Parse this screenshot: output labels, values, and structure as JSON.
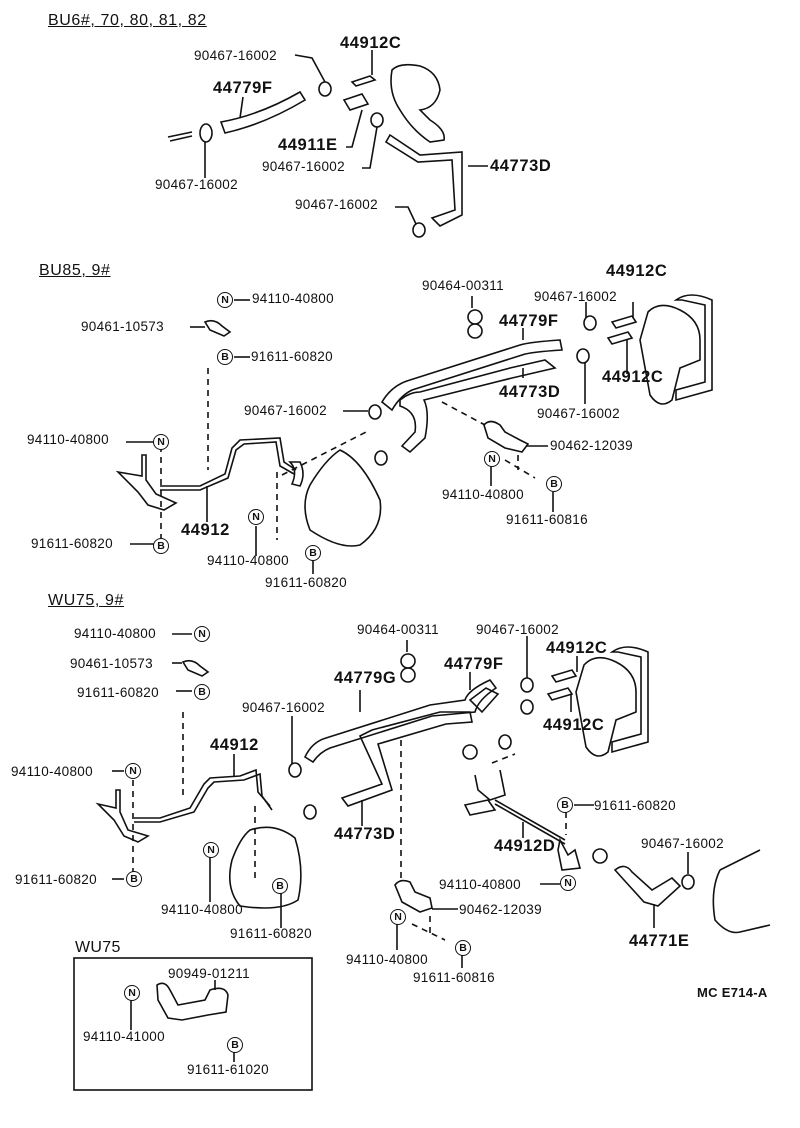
{
  "sections": {
    "top": {
      "title": "BU6#, 70, 80, 81, 82"
    },
    "middle": {
      "title": "BU85, 9#"
    },
    "bottom": {
      "title": "WU75, 9#"
    },
    "inset": {
      "title": "WU75"
    }
  },
  "markers": {
    "nut": "N",
    "bolt": "B"
  },
  "top_labels": {
    "clamp_a": "90467-16002",
    "valve_c": "44912C",
    "hose_f": "44779F",
    "elbow_e": "44911E",
    "clamp_b": "90467-16002",
    "hose_d": "44773D",
    "clamp_c": "90467-16002",
    "clamp_d": "90467-16002"
  },
  "mid_labels": {
    "nut_a": "94110-40800",
    "clip_a": "90461-10573",
    "bolt_a": "91611-60820",
    "grommet": "90464-00311",
    "hose_f": "44779F",
    "clamp_a": "90467-16002",
    "valve_c1": "44912C",
    "valve_c2": "44912C",
    "hose_d": "44773D",
    "clamp_b": "90467-16002",
    "clamp_c": "90467-16002",
    "nut_b": "94110-40800",
    "pipe": "44912",
    "bolt_b": "91611-60820",
    "nut_c": "94110-40800",
    "bolt_c": "91611-60820",
    "bracket": "90462-12039",
    "nut_d": "94110-40800",
    "bolt_d": "91611-60816"
  },
  "bot_labels": {
    "nut_a": "94110-40800",
    "clip_a": "90461-10573",
    "bolt_a": "91611-60820",
    "grommet": "90464-00311",
    "clamp_a": "90467-16002",
    "hose_g": "44779G",
    "hose_f": "44779F",
    "valve_c1": "44912C",
    "valve_c2": "44912C",
    "clamp_b": "90467-16002",
    "pipe": "44912",
    "nut_b": "94110-40800",
    "hose_d": "44773D",
    "bolt_b": "91611-60820",
    "pipe_d": "44912D",
    "clamp_c": "90467-16002",
    "nut_c": "94110-40800",
    "bolt_c": "91611-60820",
    "nut_d": "94110-40800",
    "bracket": "90462-12039",
    "nut_e": "94110-40800",
    "bolt_d": "91611-60816",
    "hose_e": "44771E"
  },
  "inset_labels": {
    "bracket": "90949-01211",
    "nut": "94110-41000",
    "bolt": "91611-61020"
  },
  "figure_code": "MC E714-A"
}
